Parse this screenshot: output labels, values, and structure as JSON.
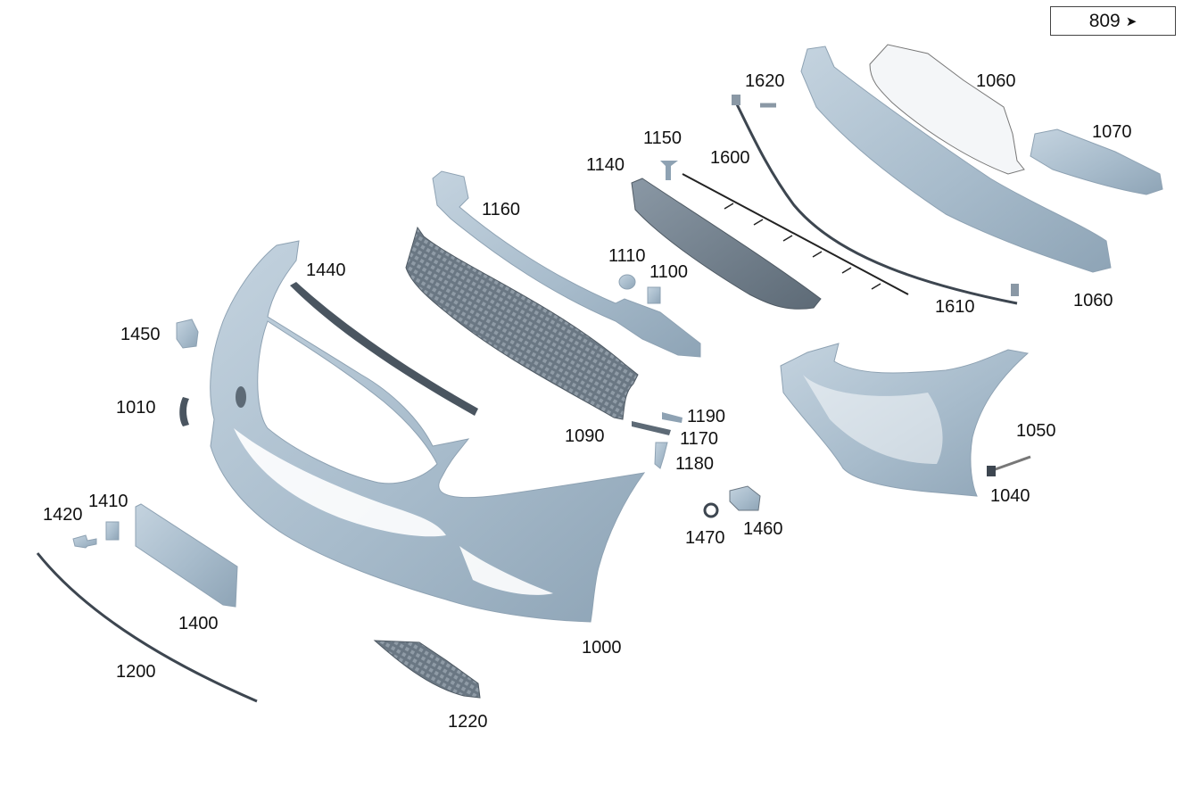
{
  "reference": {
    "page": "809",
    "arrow": "→"
  },
  "colors": {
    "part": "#a9bccb",
    "part_dark": "#7d93a6",
    "grille": "#5f6b76",
    "outline": "#888888",
    "label": "#111111"
  },
  "labels": {
    "l1000": "1000",
    "l1010": "1010",
    "l1040": "1040",
    "l1050": "1050",
    "l1060a": "1060",
    "l1060b": "1060",
    "l1070": "1070",
    "l1090": "1090",
    "l1100": "1100",
    "l1110": "1110",
    "l1140": "1140",
    "l1150": "1150",
    "l1160": "1160",
    "l1170": "1170",
    "l1180": "1180",
    "l1190": "1190",
    "l1200": "1200",
    "l1220": "1220",
    "l1400": "1400",
    "l1410": "1410",
    "l1420": "1420",
    "l1440": "1440",
    "l1450": "1450",
    "l1460": "1460",
    "l1470": "1470",
    "l1600": "1600",
    "l1610": "1610",
    "l1620": "1620"
  }
}
